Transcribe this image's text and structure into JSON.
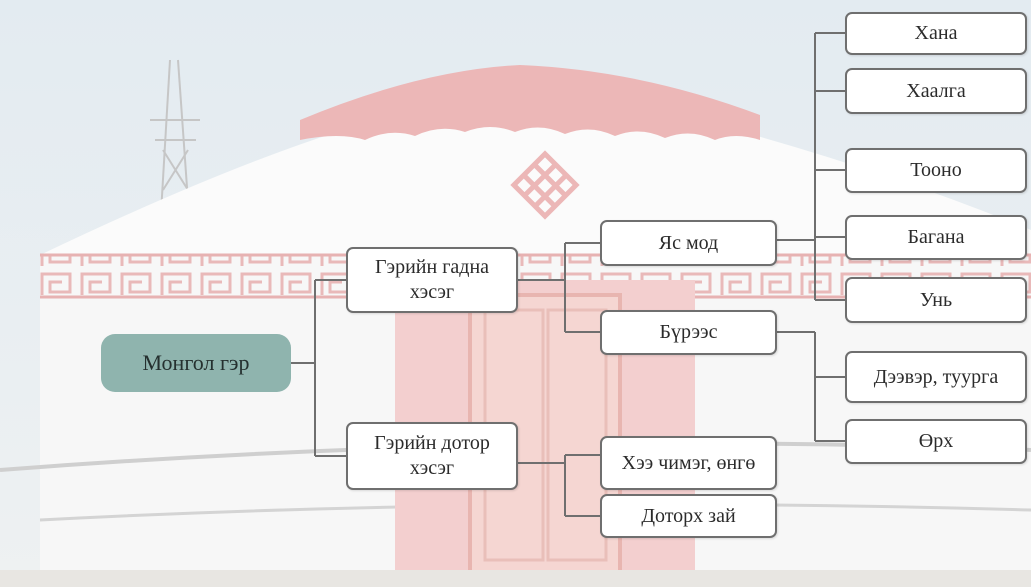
{
  "diagram": {
    "root": {
      "label": "Монгол гэр"
    },
    "level1": {
      "outer": {
        "label": "Гэрийн гадна\nхэсэг"
      },
      "inner": {
        "label": "Гэрийн дотор\nхэсэг"
      }
    },
    "level2": {
      "frame": {
        "label": "Яс мод"
      },
      "cover": {
        "label": "Бүрээс"
      },
      "decor": {
        "label": "Хээ чимэг, өнгө"
      },
      "space": {
        "label": "Доторх зай"
      }
    },
    "level3": {
      "khana": {
        "label": "Хана"
      },
      "door": {
        "label": "Хаалга"
      },
      "toono": {
        "label": "Тооно"
      },
      "pillar": {
        "label": "Багана"
      },
      "rafter": {
        "label": "Унь"
      },
      "roof_cover": {
        "label": "Дээвэр, туурга"
      },
      "orkh": {
        "label": "Өрх"
      }
    }
  },
  "colors": {
    "root_fill": "#8fb4ae",
    "box_border": "#6f6f6f",
    "connector": "#6f6f6f"
  }
}
